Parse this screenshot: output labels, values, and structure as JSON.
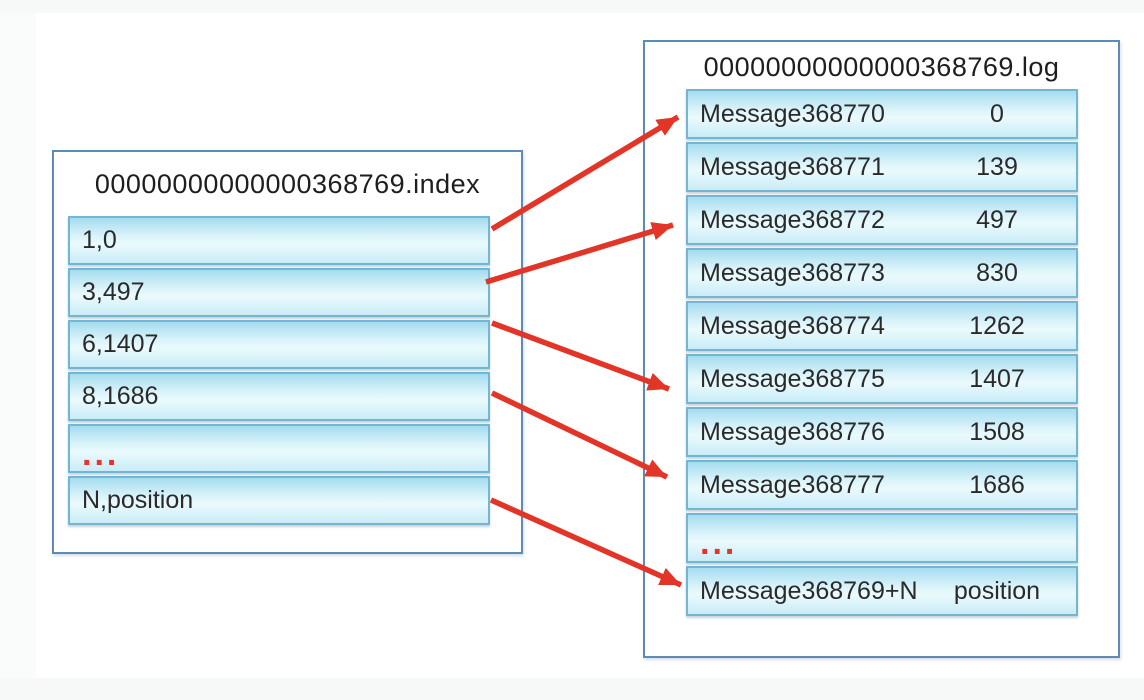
{
  "diagram": {
    "index_file": {
      "title": "00000000000000368769.index",
      "rows": [
        {
          "label": "1,0"
        },
        {
          "label": "3,497"
        },
        {
          "label": "6,1407"
        },
        {
          "label": "8,1686"
        },
        {
          "label": "..."
        },
        {
          "label": "N,position"
        }
      ]
    },
    "log_file": {
      "title": "00000000000000368769.log",
      "rows": [
        {
          "name": "Message368770",
          "offset": "0"
        },
        {
          "name": "Message368771",
          "offset": "139"
        },
        {
          "name": "Message368772",
          "offset": "497"
        },
        {
          "name": "Message368773",
          "offset": "830"
        },
        {
          "name": "Message368774",
          "offset": "1262"
        },
        {
          "name": "Message368775",
          "offset": "1407"
        },
        {
          "name": "Message368776",
          "offset": "1508"
        },
        {
          "name": "Message368777",
          "offset": "1686"
        },
        {
          "name": "...",
          "offset": ""
        },
        {
          "name": "Message368769+N",
          "offset": "position"
        }
      ]
    },
    "arrows": [
      {
        "from": "1,0",
        "to": "Message368770"
      },
      {
        "from": "3,497",
        "to": "Message368772"
      },
      {
        "from": "6,1407",
        "to": "Message368775"
      },
      {
        "from": "8,1686",
        "to": "Message368777"
      },
      {
        "from": "N,position",
        "to": "Message368769+N"
      }
    ],
    "colors": {
      "arrow_red": "#e23427",
      "box_border_blue": "#5b8cb8",
      "cell_border_blue": "#74b6d2",
      "cell_fill_top": "#a5dcef",
      "cell_fill_bottom": "#c9ecf7",
      "text": "#2a2a2a"
    }
  }
}
